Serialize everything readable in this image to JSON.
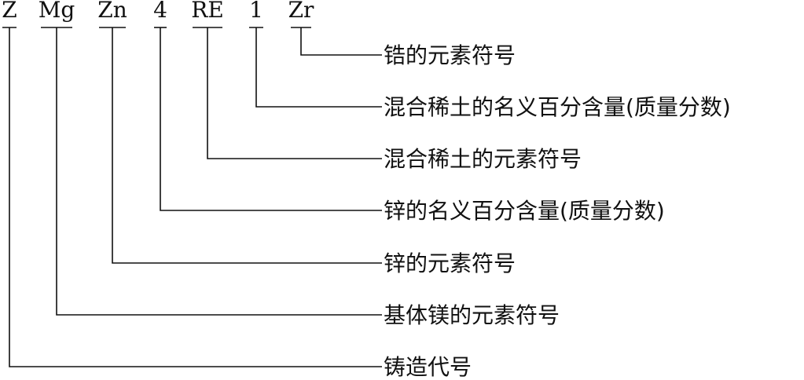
{
  "designation": {
    "segments": [
      "Z",
      "Mg",
      "Zn",
      "4",
      "RE",
      "1",
      "Zr"
    ]
  },
  "annotations": [
    "锆的元素符号",
    "混合稀土的名义百分含量(质量分数)",
    "混合稀土的元素符号",
    "锌的名义百分含量(质量分数)",
    "锌的元素符号",
    "基体镁的元素符号",
    "铸造代号"
  ]
}
